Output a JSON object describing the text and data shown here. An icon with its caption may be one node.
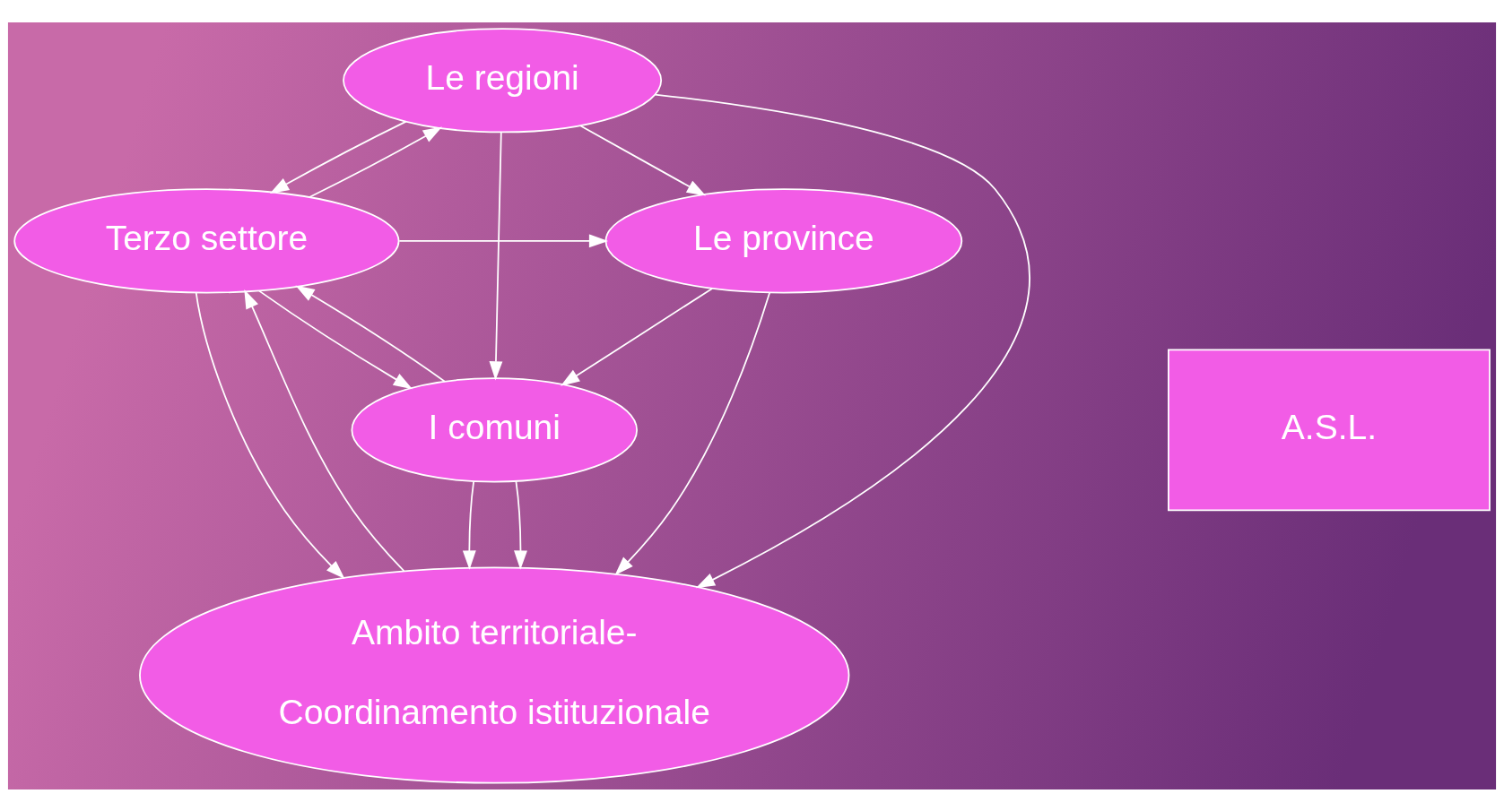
{
  "diagram": {
    "nodes": [
      {
        "text": [
          "Le regioni"
        ]
      },
      {
        "text": [
          "Le province"
        ]
      },
      {
        "text": [
          "I comuni"
        ]
      },
      {
        "text": [
          "Terzo settore"
        ]
      },
      {
        "text": [
          "A.S.L."
        ]
      },
      {
        "text": [
          "Ambito territoriale-",
          "Coordinamento istituzionale"
        ]
      }
    ],
    "edges": [
      {
        "from": 0,
        "to": 1,
        "arrow": "to"
      },
      {
        "from": 0,
        "to": 3,
        "arrow": "to"
      },
      {
        "from": 3,
        "to": 0,
        "arrow": "to"
      },
      {
        "from": 0,
        "to": 2,
        "arrow": "to"
      },
      {
        "from": 0,
        "to": 5,
        "arrow": "to"
      },
      {
        "from": 1,
        "to": 2,
        "arrow": "to"
      },
      {
        "from": 1,
        "to": 5,
        "arrow": "to"
      },
      {
        "from": 3,
        "to": 1,
        "arrow": "to"
      },
      {
        "from": 3,
        "to": 2,
        "arrow": "to"
      },
      {
        "from": 2,
        "to": 3,
        "arrow": "to"
      },
      {
        "from": 2,
        "to": 5,
        "arrow": "to"
      },
      {
        "from": 2,
        "to": 5,
        "arrow": "to"
      },
      {
        "from": 3,
        "to": 5,
        "arrow": "to"
      },
      {
        "from": 5,
        "to": 3,
        "arrow": "to"
      }
    ]
  }
}
